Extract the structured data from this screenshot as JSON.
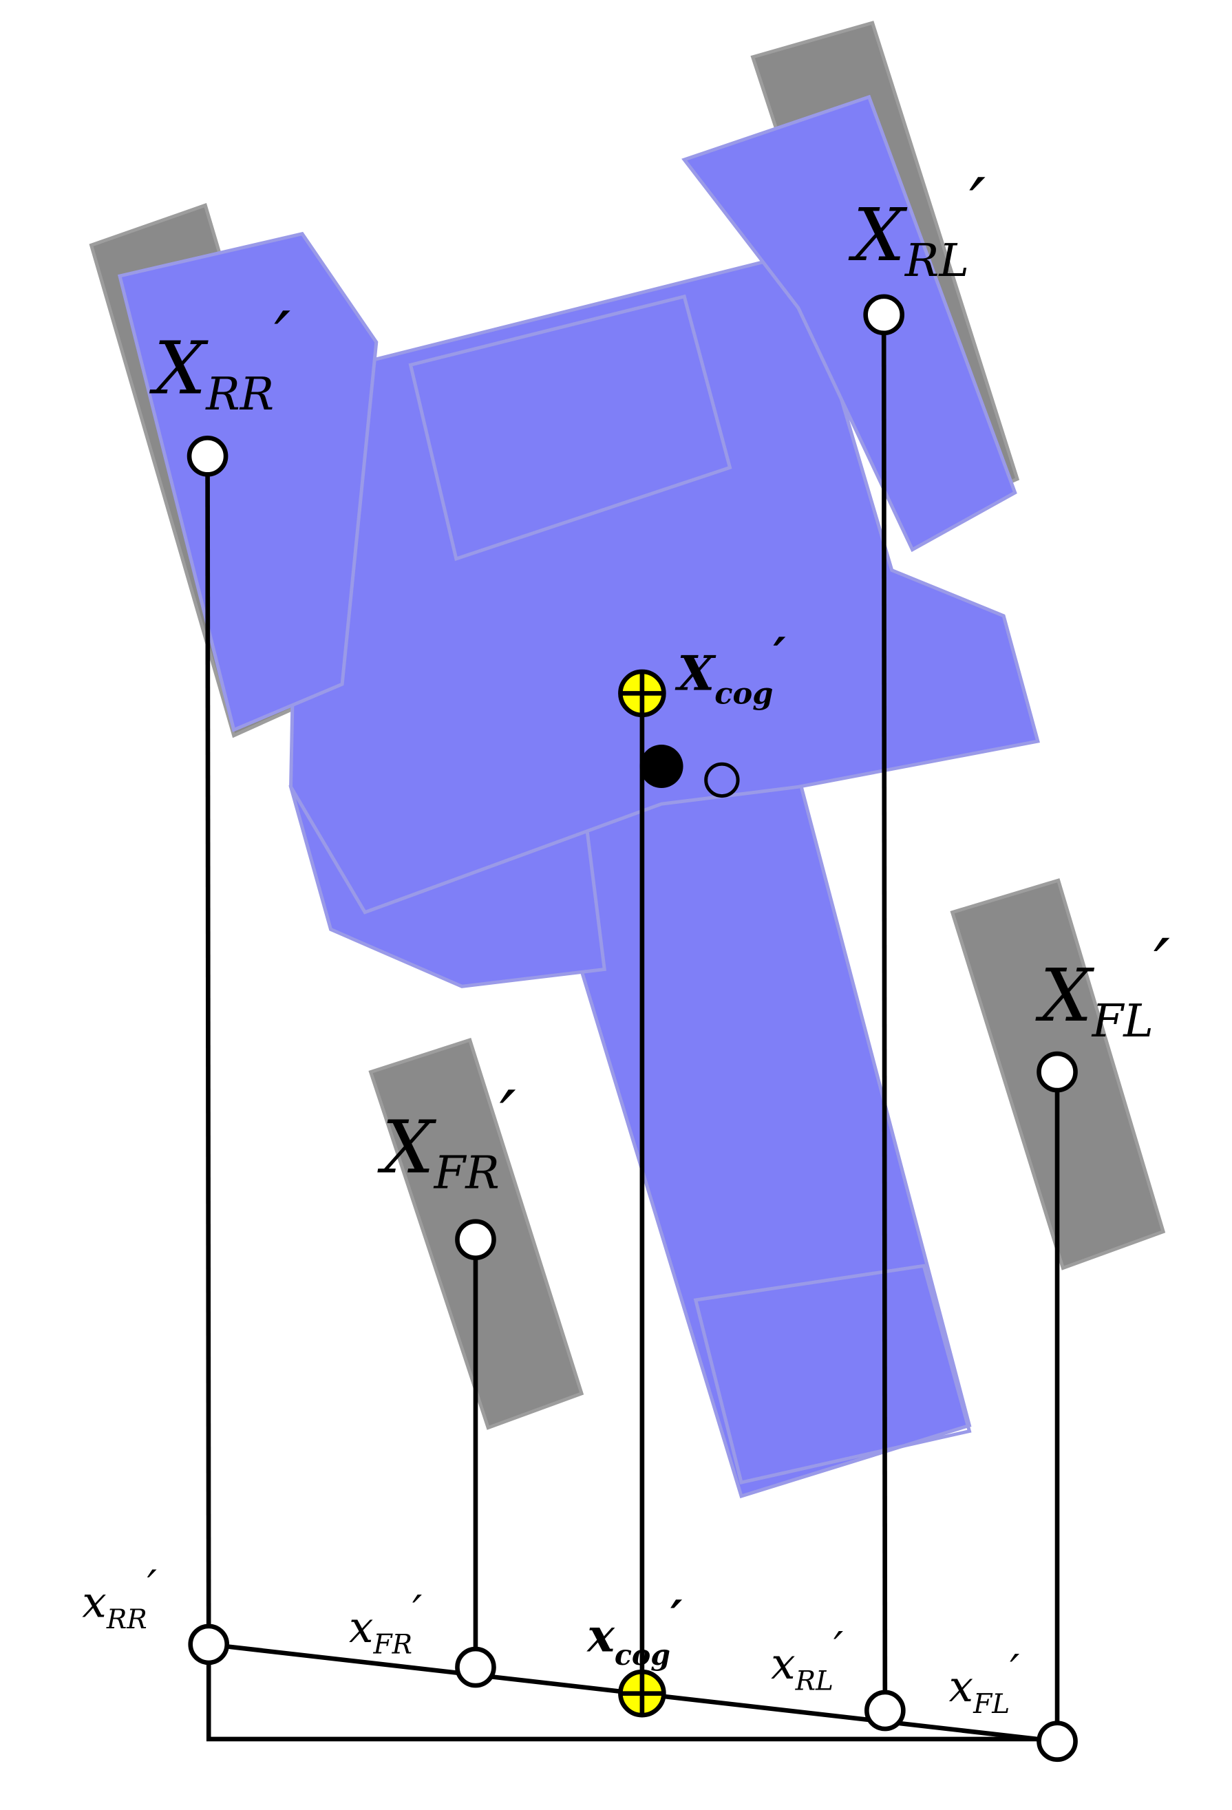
{
  "labels": {
    "top": {
      "rr": {
        "main": "X",
        "sub": "RR",
        "prime": "′"
      },
      "rl": {
        "main": "X",
        "sub": "RL",
        "prime": "′"
      },
      "fr": {
        "main": "X",
        "sub": "FR",
        "prime": "′"
      },
      "fl": {
        "main": "X",
        "sub": "FL",
        "prime": "′"
      },
      "cog": {
        "main": "X",
        "sub": "cog",
        "prime": "′"
      }
    },
    "bottom": {
      "rr": {
        "main": "x",
        "sub": "RR",
        "prime": "′"
      },
      "fr": {
        "main": "x",
        "sub": "FR",
        "prime": "′"
      },
      "cog": {
        "main": "x",
        "sub": "cog",
        "prime": "′"
      },
      "rl": {
        "main": "x",
        "sub": "RL",
        "prime": "′"
      },
      "fl": {
        "main": "x",
        "sub": "FL",
        "prime": "′"
      }
    }
  },
  "colors": {
    "body": "#7f7ff7",
    "body_edge": "#9a9ae8",
    "wheel": "#8a8a8a",
    "cog_marker": "#ffff00",
    "line": "#000000"
  }
}
